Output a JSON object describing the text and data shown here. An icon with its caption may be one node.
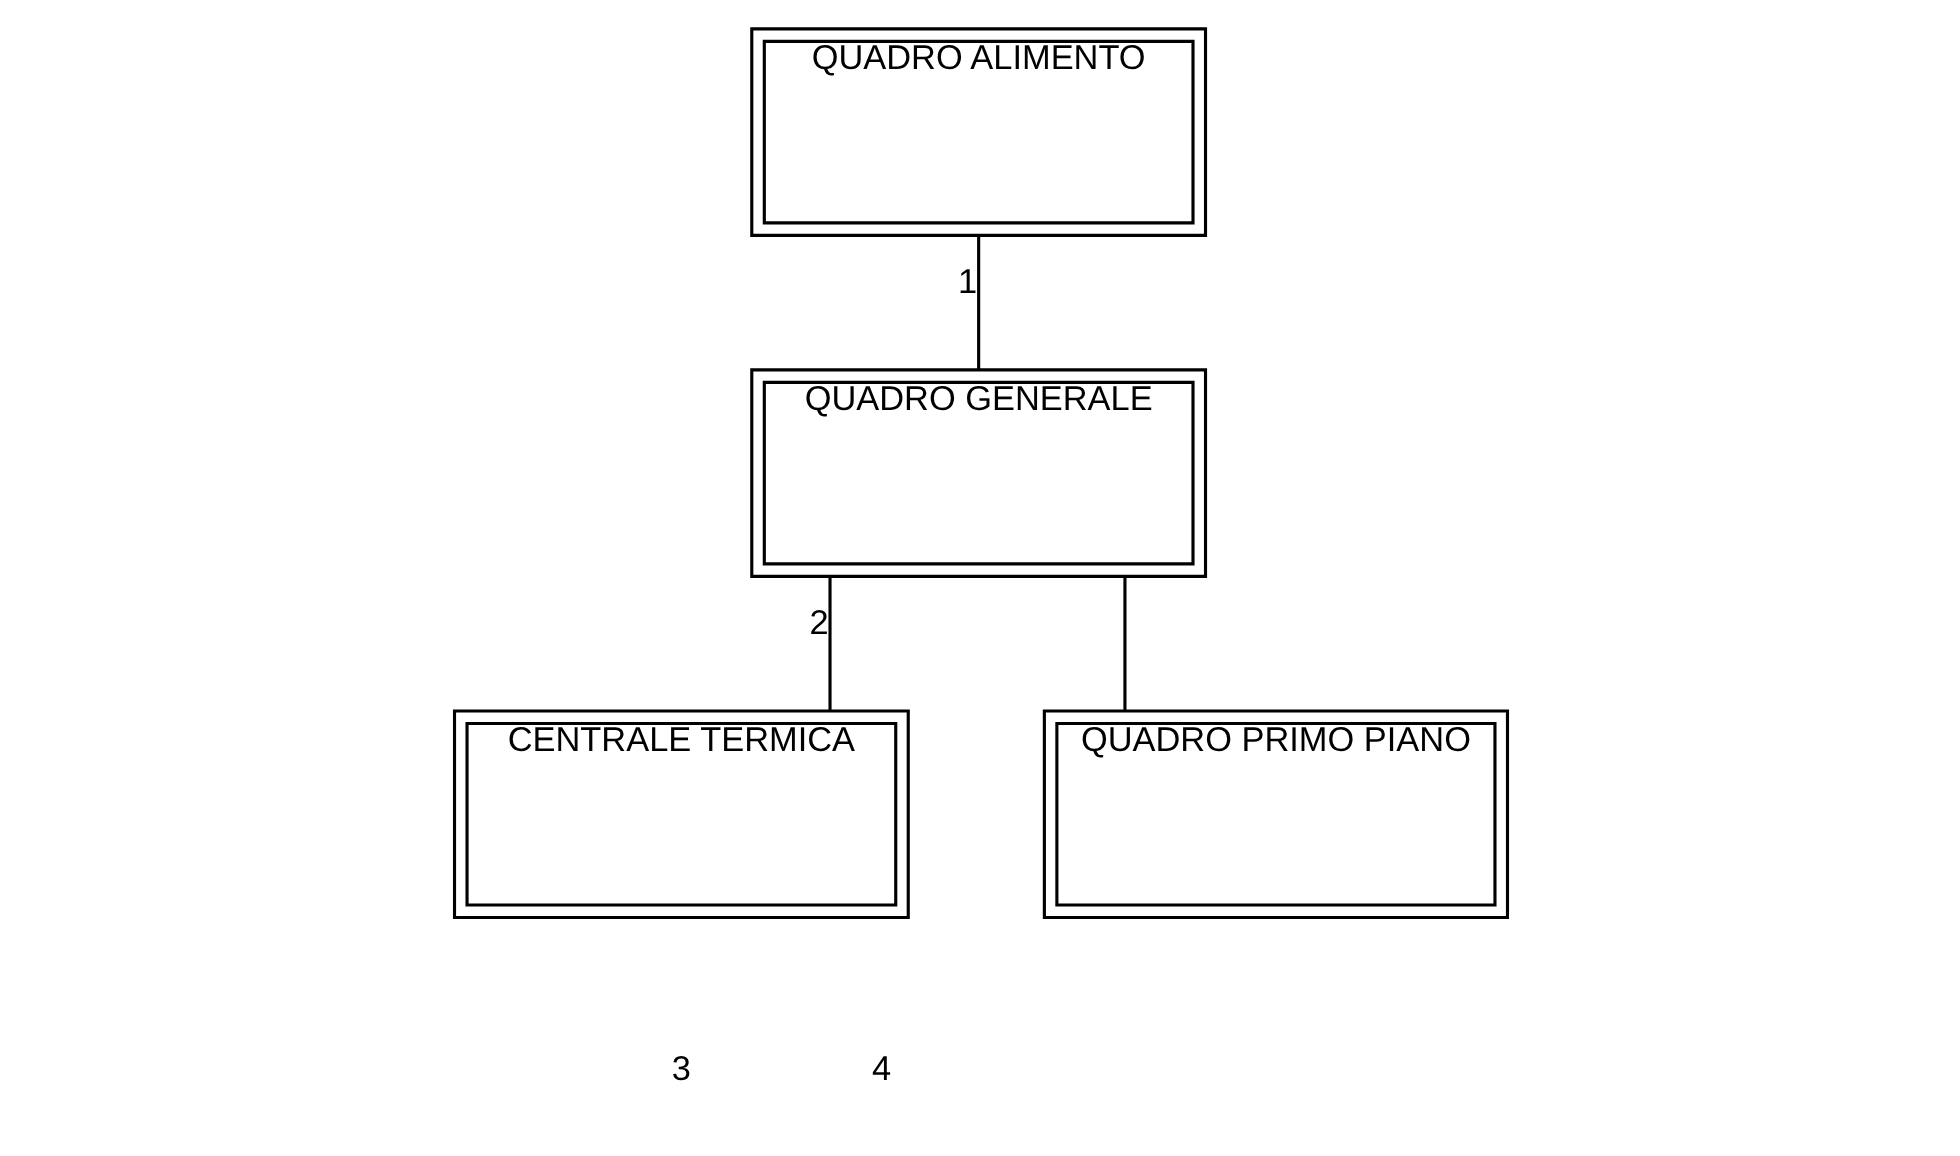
{
  "diagram": {
    "nodes": [
      {
        "text": [
          "QUADRO ALIMENTO"
        ]
      },
      {
        "text": [
          "QUADRO GENERALE"
        ]
      },
      {
        "text": [
          "CENTRALE TERMICA"
        ]
      },
      {
        "text": [
          "QUADRO PRIMO PIANO"
        ]
      }
    ],
    "edges": [
      {
        "from": 0,
        "to": 1,
        "arrow": "none",
        "label": "1"
      },
      {
        "from": 1,
        "to": 2,
        "arrow": "none",
        "label": "2"
      },
      {
        "from": 1,
        "to": 3,
        "arrow": "none"
      }
    ],
    "labels": [
      "3",
      "4"
    ]
  }
}
